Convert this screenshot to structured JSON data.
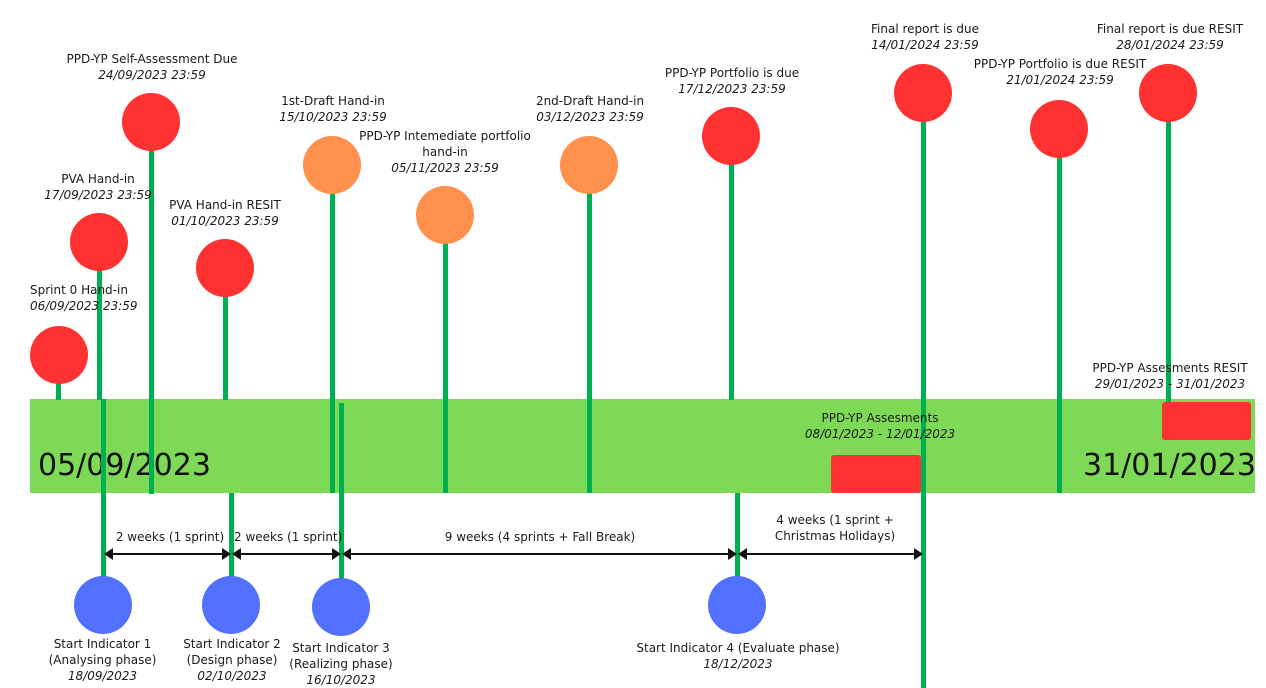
{
  "band": {
    "start": "05/09/2023",
    "end": "31/01/2023"
  },
  "milestones": [
    {
      "title": "Sprint 0 Hand-in",
      "date": "06/09/2023 23:59",
      "color": "#ff3131"
    },
    {
      "title": "PVA Hand-in",
      "date": "17/09/2023 23:59",
      "color": "#ff3131"
    },
    {
      "title": "PPD-YP Self-Assessment Due",
      "date": "24/09/2023 23:59",
      "color": "#ff3131"
    },
    {
      "title": "PVA Hand-in RESIT",
      "date": "01/10/2023 23:59",
      "color": "#ff3131"
    },
    {
      "title": "1st-Draft Hand-in",
      "date": "15/10/2023 23:59",
      "color": "#ff914d"
    },
    {
      "title": "PPD-YP Intemediate portfolio hand-in",
      "date": "05/11/2023 23:59",
      "color": "#ff914d"
    },
    {
      "title": "2nd-Draft Hand-in",
      "date": "03/12/2023 23:59",
      "color": "#ff914d"
    },
    {
      "title": "PPD-YP Portfolio is due",
      "date": "17/12/2023 23:59",
      "color": "#ff3131"
    },
    {
      "title": "Final report is due",
      "date": "14/01/2024 23:59",
      "color": "#ff3131"
    },
    {
      "title": "PPD-YP Portfolio is due RESIT",
      "date": "21/01/2024 23:59",
      "color": "#ff3131"
    },
    {
      "title": "Final report is due RESIT",
      "date": "28/01/2024 23:59",
      "color": "#ff3131"
    }
  ],
  "assessments": [
    {
      "title": "PPD-YP Assesments",
      "date": "08/01/2023 - 12/01/2023"
    },
    {
      "title": "PPD-YP Assesments RESIT",
      "date": "29/01/2023 - 31/01/2023"
    }
  ],
  "indicators": [
    {
      "title": "Start Indicator 1",
      "phase": "(Analysing phase)",
      "date": "18/09/2023",
      "color": "#5271ff"
    },
    {
      "title": "Start Indicator 2",
      "phase": "(Design phase)",
      "date": "02/10/2023",
      "color": "#5271ff"
    },
    {
      "title": "Start Indicator 3",
      "phase": "(Realizing phase)",
      "date": "16/10/2023",
      "color": "#5271ff"
    },
    {
      "title": "Start Indicator 4 (Evaluate phase)",
      "date": "18/12/2023",
      "color": "#5271ff"
    }
  ],
  "durations": [
    {
      "label": "2 weeks (1 sprint)"
    },
    {
      "label": "2 weeks (1 sprint)"
    },
    {
      "label": "9 weeks (4 sprints + Fall  Break)"
    },
    {
      "line1": "4 weeks (1 sprint +",
      "line2": "Christmas  Holidays)"
    }
  ]
}
